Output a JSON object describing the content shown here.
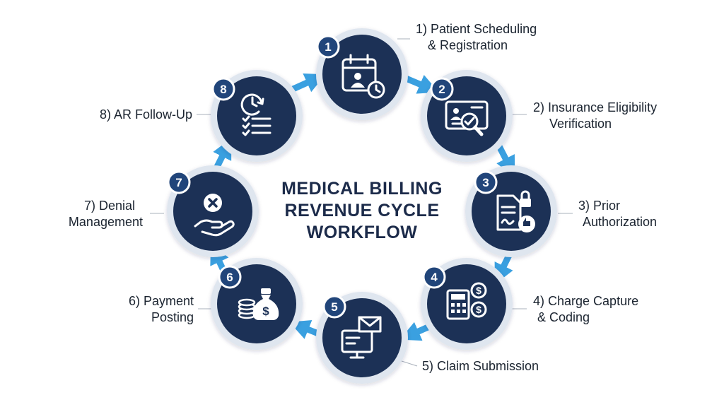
{
  "diagram": {
    "title_lines": [
      "MEDICAL BILLING",
      "REVENUE CYCLE",
      "WORKFLOW"
    ],
    "colors": {
      "node_fill": "#1c3156",
      "node_ring": "#dfe6ef",
      "arrow": "#3aa0e0",
      "badge_fill": "#21457a",
      "connector": "#a8b0bb"
    },
    "steps": [
      {
        "number": "1",
        "label_lines": [
          "1) Patient Scheduling",
          "& Registration"
        ],
        "icon": "calendar-user-clock-icon"
      },
      {
        "number": "2",
        "label_lines": [
          "2) Insurance Eligibility",
          "Verification"
        ],
        "icon": "id-card-magnifier-icon"
      },
      {
        "number": "3",
        "label_lines": [
          "3) Prior",
          "Authorization"
        ],
        "icon": "document-lock-thumbs-up-icon"
      },
      {
        "number": "4",
        "label_lines": [
          "4) Charge Capture",
          "& Coding"
        ],
        "icon": "calculator-dollar-icon"
      },
      {
        "number": "5",
        "label_lines": [
          "5) Claim Submission"
        ],
        "icon": "monitor-envelope-icon"
      },
      {
        "number": "6",
        "label_lines": [
          "6) Payment",
          "Posting"
        ],
        "icon": "money-bag-coins-icon"
      },
      {
        "number": "7",
        "label_lines": [
          "7) Denial",
          "Management"
        ],
        "icon": "hand-x-circle-icon"
      },
      {
        "number": "8",
        "label_lines": [
          "8) AR Follow-Up"
        ],
        "icon": "clock-checklist-icon"
      }
    ]
  }
}
